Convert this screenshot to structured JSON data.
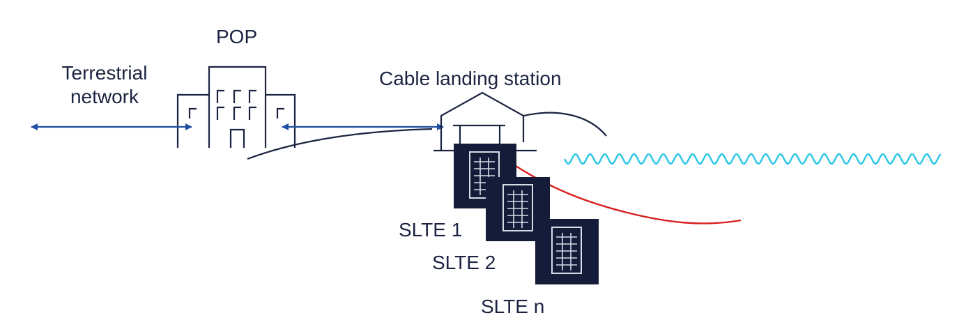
{
  "labels": {
    "pop": "POP",
    "terrestrial_network": [
      "Terrestrial",
      "network"
    ],
    "cable_landing_station": "Cable landing station",
    "slte": [
      "SLTE 1",
      "SLTE 2",
      "SLTE n"
    ]
  },
  "colors": {
    "text": "#1b2340",
    "building_stroke": "#1b2340",
    "arrow": "#1f4fa3",
    "slte_fill": "#151c3a",
    "slte_rack": "#d7dbe6",
    "red_cable": "#d81e1e",
    "sea": "#27c6e6"
  },
  "icons": [
    "pop-building-icon",
    "cable-landing-station-icon",
    "slte-rack-icon",
    "sea-wave-icon",
    "double-arrow-icon"
  ]
}
